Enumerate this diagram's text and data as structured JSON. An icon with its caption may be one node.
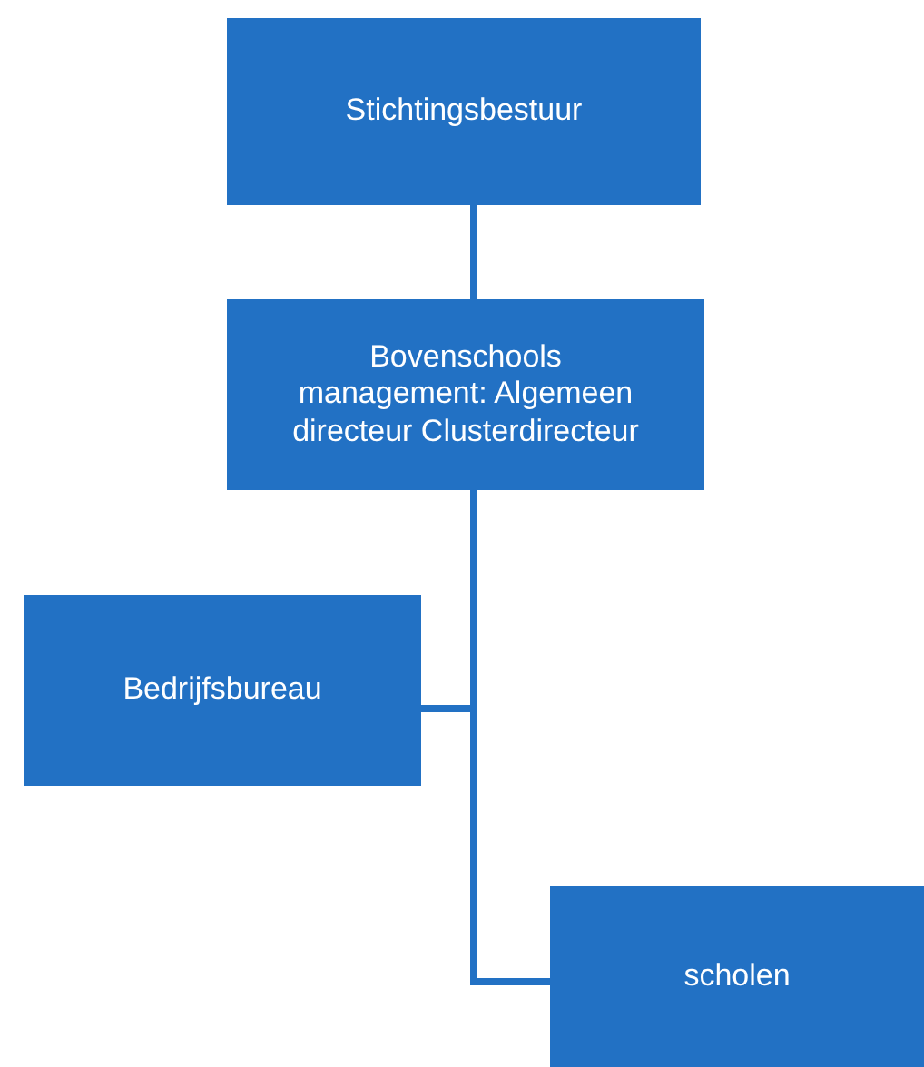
{
  "diagram": {
    "nodes": [
      {
        "text": [
          "Stichtingsbestuur"
        ]
      },
      {
        "text": [
          "Bovenschools management: Algemeen directeur Clusterdirecteur"
        ]
      },
      {
        "text": [
          "Bedrijfsbureau"
        ]
      },
      {
        "text": [
          "scholen"
        ]
      }
    ],
    "edges": [
      {
        "from": 0,
        "to": 1,
        "arrow": "none"
      },
      {
        "from": 1,
        "to": 2,
        "arrow": "none"
      },
      {
        "from": 1,
        "to": 3,
        "arrow": "none"
      }
    ]
  }
}
